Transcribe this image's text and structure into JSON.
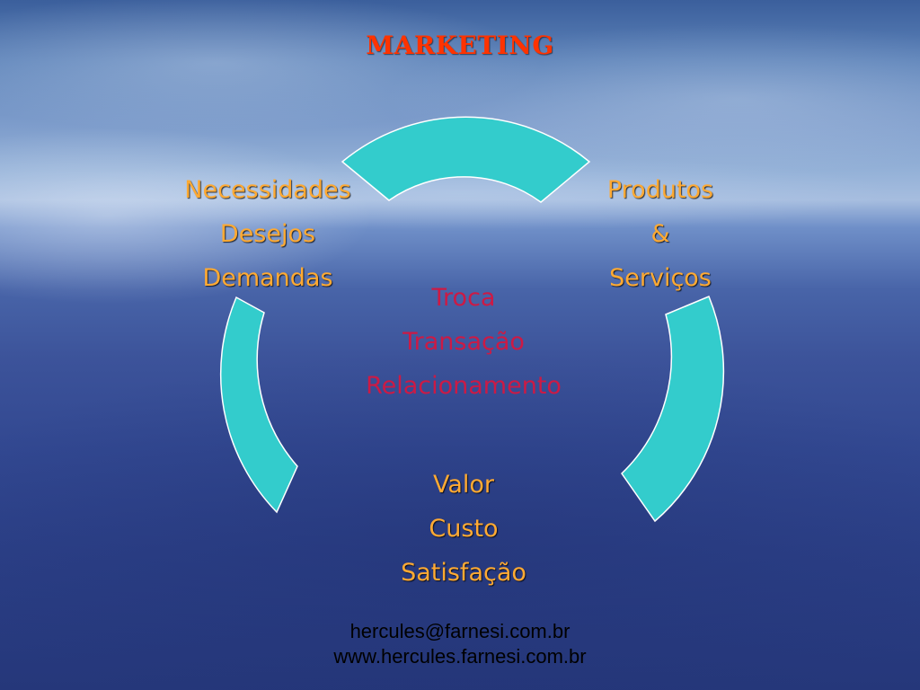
{
  "slide": {
    "title": "MARKETING",
    "needs": [
      "Necessidades",
      "Desejos",
      "Demandas"
    ],
    "products": [
      "Produtos",
      "&",
      "Serviços"
    ],
    "exchange": [
      "Troca",
      "Transação",
      "Relacionamento"
    ],
    "value": [
      "Valor",
      "Custo",
      "Satisfação"
    ],
    "footer": {
      "email": "hercules@farnesi.com.br",
      "website": "www.hercules.farnesi.com.br"
    }
  },
  "colors": {
    "title": "#ff3300",
    "labels": "#ffaa33",
    "center_labels": "#cc1a45",
    "arc_fill": "#33cccc",
    "arc_stroke": "#ffffff"
  }
}
